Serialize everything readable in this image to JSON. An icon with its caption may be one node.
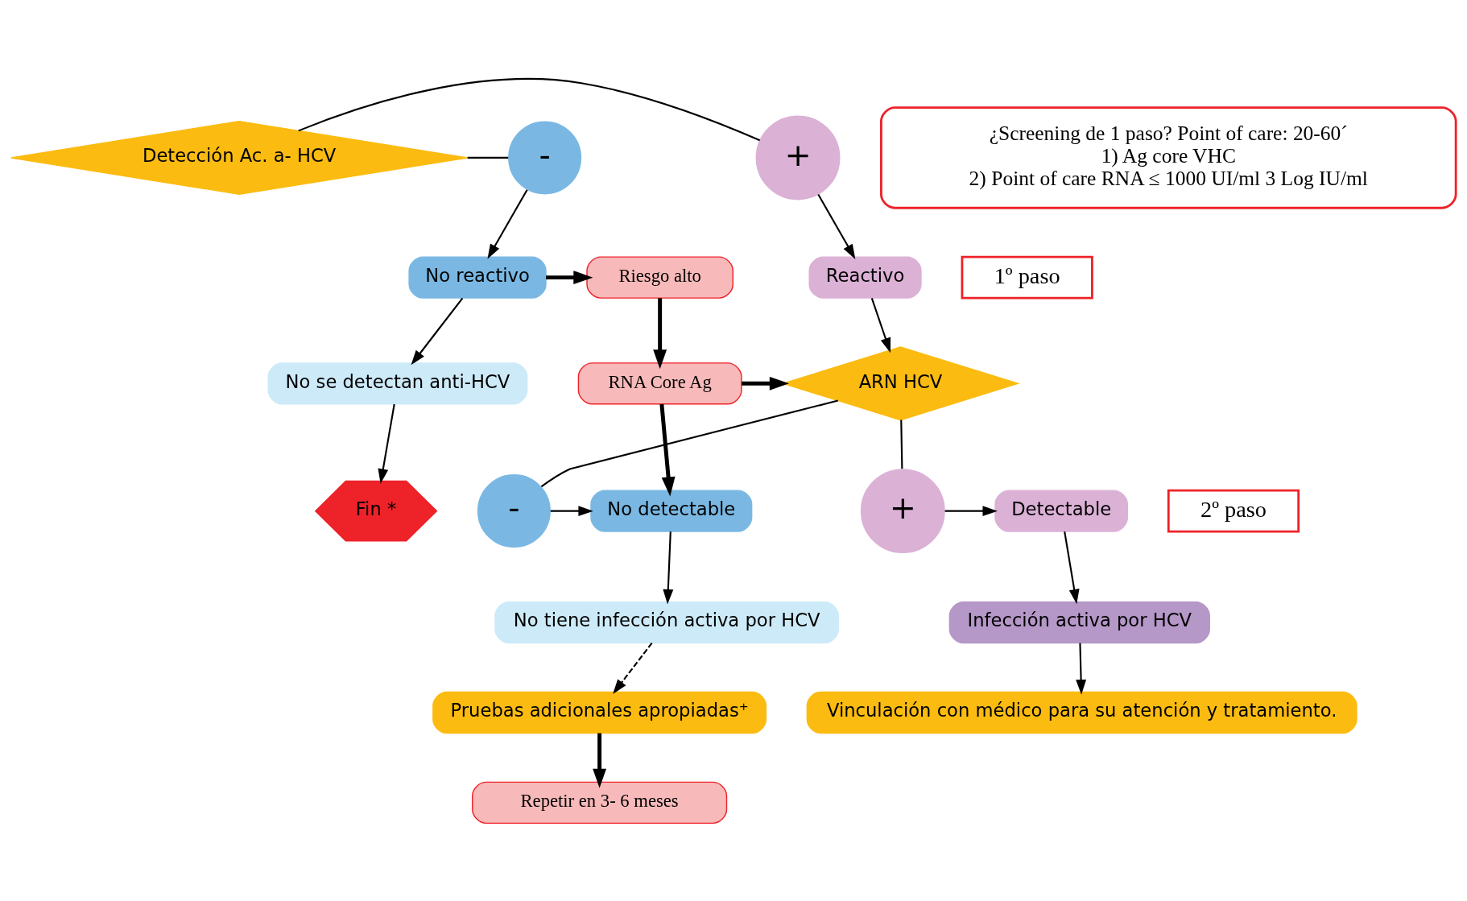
{
  "diagram": {
    "nodes": [
      {
        "text": [
          "Detección Ac. a- HCV"
        ]
      },
      {
        "text": [
          "-"
        ]
      },
      {
        "text": [
          "+"
        ]
      },
      {
        "text": [
          "1º paso"
        ]
      },
      {
        "text": [
          "No reactivo"
        ]
      },
      {
        "text": [
          "Riesgo alto"
        ]
      },
      {
        "text": [
          "Reactivo"
        ]
      },
      {
        "text": [
          "No se detectan anti-HCV"
        ]
      },
      {
        "text": [
          "RNA Core Ag"
        ]
      },
      {
        "text": [
          "ARN HCV"
        ]
      },
      {
        "text": [
          "-"
        ]
      },
      {
        "text": [
          "+"
        ]
      },
      {
        "text": [
          "No detectable"
        ]
      },
      {
        "text": [
          "Detectable"
        ]
      },
      {
        "text": [
          "Fin *"
        ]
      },
      {
        "text": [
          "2º paso"
        ]
      },
      {
        "text": [
          "No tiene infección activa por HCV"
        ]
      },
      {
        "text": [
          "Infección activa por HCV"
        ]
      },
      {
        "text": [
          "Repetir en 3- 6 meses"
        ]
      },
      {
        "text": [
          "Pruebas adicionales apropiadas⁺"
        ]
      },
      {
        "text": [
          "Vinculación con médico para su atención y tratamiento."
        ]
      },
      {
        "text": [
          "¿Screening de 1 paso? Point of care: 20-60´",
          "1) Ag core VHC",
          "2) Point of care RNA ≤ 1000 UI/ml 3 Log IU/ml"
        ]
      }
    ],
    "edges": [
      {
        "from": 0,
        "to": 1,
        "arrow": "none"
      },
      {
        "from": 1,
        "to": 4,
        "arrow": "to"
      },
      {
        "from": 0,
        "to": 2,
        "arrow": "none"
      },
      {
        "from": 2,
        "to": 6,
        "arrow": "to"
      },
      {
        "from": 4,
        "to": 5,
        "arrow": "to",
        "style": "thick"
      },
      {
        "from": 5,
        "to": 8,
        "arrow": "to",
        "style": "thick"
      },
      {
        "from": 4,
        "to": 7,
        "arrow": "to"
      },
      {
        "from": 7,
        "to": 14,
        "arrow": "to"
      },
      {
        "from": 6,
        "to": 9,
        "arrow": "to"
      },
      {
        "from": 8,
        "to": 9,
        "arrow": "to",
        "style": "thick"
      },
      {
        "from": 8,
        "to": 12,
        "arrow": "to",
        "style": "thick"
      },
      {
        "from": 9,
        "to": 10,
        "arrow": "none"
      },
      {
        "from": 10,
        "to": 12,
        "arrow": "to"
      },
      {
        "from": 9,
        "to": 11,
        "arrow": "none"
      },
      {
        "from": 11,
        "to": 13,
        "arrow": "to"
      },
      {
        "from": 12,
        "to": 16,
        "arrow": "to"
      },
      {
        "from": 16,
        "to": 19,
        "arrow": "to",
        "style": "dashed"
      },
      {
        "from": 19,
        "to": 18,
        "arrow": "to",
        "style": "thick"
      },
      {
        "from": 13,
        "to": 17,
        "arrow": "to"
      },
      {
        "from": 17,
        "to": 20,
        "arrow": "to"
      }
    ]
  }
}
